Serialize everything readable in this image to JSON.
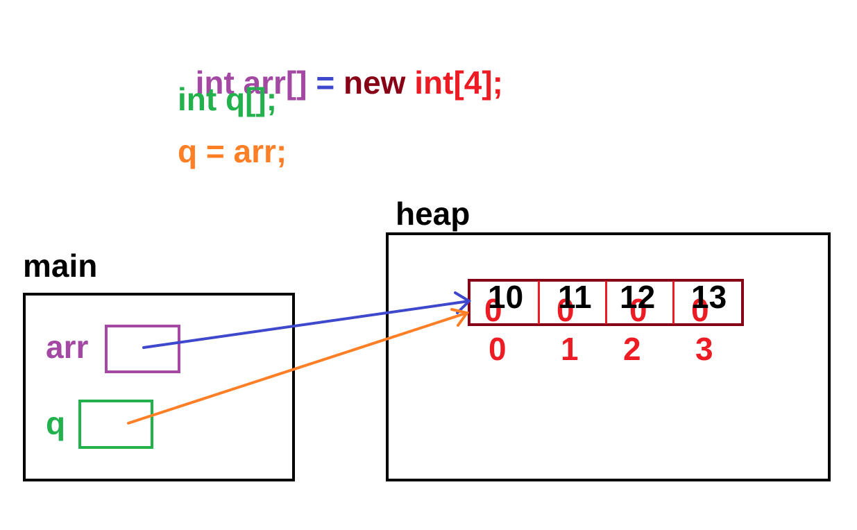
{
  "code": {
    "line1": [
      {
        "text": "int arr[]",
        "color": "#a349a4"
      },
      {
        "text": " = ",
        "color": "#3f48cc"
      },
      {
        "text": "new ",
        "color": "#880015"
      },
      {
        "text": "int[4];",
        "color": "#ed1c24"
      }
    ],
    "line2": {
      "text": "int q[];",
      "color": "#22b14c"
    },
    "line3": {
      "text": "q = arr;",
      "color": "#ff7f27"
    }
  },
  "labels": {
    "heap": "heap",
    "main": "main",
    "arr": "arr",
    "q": "q"
  },
  "array": {
    "zeros": [
      "0",
      "0",
      "0",
      "0"
    ],
    "values": [
      "10",
      "11",
      "12",
      "13"
    ],
    "indices": [
      "0",
      "1",
      "2",
      "3"
    ]
  },
  "colors": {
    "arr": "#a349a4",
    "q": "#22b14c",
    "arr_arrow": "#3f48cc",
    "q_arrow": "#ff7f27",
    "array_border": "#880015",
    "cell_divider": "#ed1c24",
    "index": "#ed1c24",
    "zero": "#ed1c24"
  }
}
